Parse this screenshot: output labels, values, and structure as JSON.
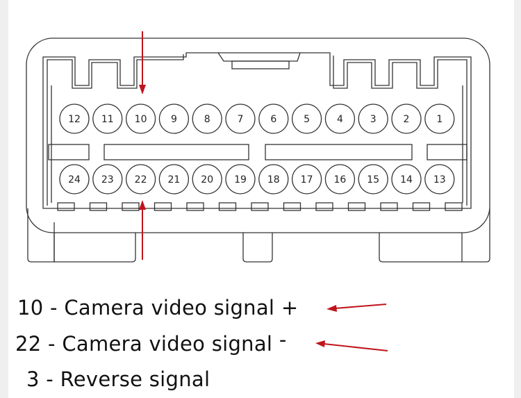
{
  "connector": {
    "top_row_pins": [
      "12",
      "11",
      "10",
      "9",
      "8",
      "7",
      "6",
      "5",
      "4",
      "3",
      "2",
      "1"
    ],
    "bottom_row_pins": [
      "24",
      "23",
      "22",
      "21",
      "20",
      "19",
      "18",
      "17",
      "16",
      "15",
      "14",
      "13"
    ],
    "highlighted_pins": [
      "10",
      "22"
    ]
  },
  "legend": [
    {
      "pin": "10",
      "dash": "-",
      "text": "Camera video signal",
      "sign": "+",
      "arrow": true
    },
    {
      "pin": "22",
      "dash": "-",
      "text": "Camera video signal",
      "sign": "-",
      "arrow": true
    },
    {
      "pin": "3",
      "dash": "-",
      "text": "Reverse signal",
      "sign": "",
      "arrow": false
    }
  ],
  "colors": {
    "arrow": "#c0141c",
    "line": "#333333"
  }
}
